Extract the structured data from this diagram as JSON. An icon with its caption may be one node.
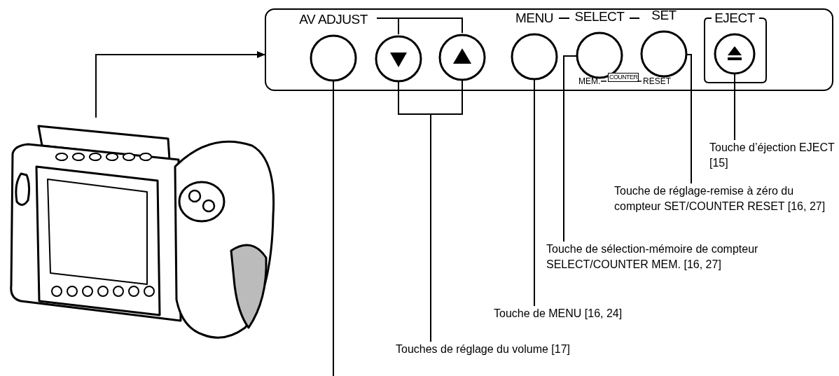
{
  "diagram": {
    "nodes": [
      {
        "text": [],
        "shape": "box"
      },
      {
        "text": [
          "AV ADJUST"
        ],
        "in": 0
      },
      {
        "text": [],
        "shape": "circle",
        "in": 0
      },
      {
        "text": [],
        "shape": "circle",
        "in": 0
      },
      {
        "text": [
          "MENU"
        ],
        "in": 0
      },
      {
        "text": [
          "SELECT"
        ],
        "in": 0
      },
      {
        "text": [
          "SET"
        ],
        "in": 0
      },
      {
        "text": [
          "EJECT"
        ],
        "in": 0
      },
      {
        "text": [],
        "shape": "picture"
      },
      {
        "text": [
          "Touche d’éjection EJECT [15]"
        ]
      },
      {
        "text": [
          "Touche de réglage-remise à zéro du compteur SET/COUNTER RESET [16, 27]"
        ]
      },
      {
        "text": [
          "Touche de sélection-mémoire de compteur SELECT/COUNTER MEM. [16, 27]"
        ]
      },
      {
        "text": [
          "Touche de MENU [16, 24]"
        ]
      },
      {
        "text": [
          "Touches de réglage du volume [17]"
        ]
      }
    ],
    "edges": [
      {
        "from": 8,
        "to": 0,
        "arrow": "to"
      },
      {
        "from": 9,
        "to": 7,
        "arrow": "none"
      },
      {
        "from": 10,
        "to": 6,
        "arrow": "none"
      },
      {
        "from": 11,
        "to": 5,
        "arrow": "none"
      },
      {
        "from": 12,
        "to": 4,
        "arrow": "none"
      },
      {
        "from": 13,
        "to": 2,
        "arrow": "none"
      },
      {
        "from": 13,
        "to": 3,
        "arrow": "none"
      },
      {
        "from": null,
        "to": 1,
        "arrow": "none"
      },
      {
        "from": 1,
        "to": 2,
        "arrow": "none"
      },
      {
        "from": 1,
        "to": 3,
        "arrow": "none"
      },
      {
        "from": 4,
        "to": 5,
        "arrow": "none"
      },
      {
        "from": 5,
        "to": 6,
        "arrow": "none"
      }
    ],
    "labels": [
      "MEM.",
      "COUNTER",
      "RESET"
    ]
  }
}
